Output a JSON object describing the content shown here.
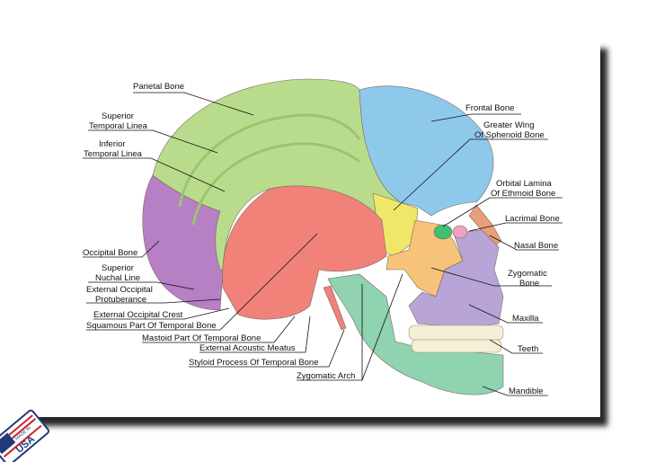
{
  "labels": {
    "parietal": "Parietal Bone",
    "superior_temporal_1": "Superior",
    "superior_temporal_2": "Temporal Linea",
    "inferior_temporal_1": "Inferior",
    "inferior_temporal_2": "Temporal Linea",
    "occipital": "Occipital Bone",
    "superior_nuchal_1": "Superior",
    "superior_nuchal_2": "Nuchal Line",
    "ext_occ_prot_1": "External Occipital",
    "ext_occ_prot_2": "Protuberance",
    "ext_occ_crest": "External Occipital Crest",
    "squamous": "Squamous Part Of Temporal Bone",
    "mastoid": "Mastoid Part Of Temporal Bone",
    "ext_acoustic": "External Acoustic Meatus",
    "styloid": "Styloid Process Of Temporal Bone",
    "zygomatic_arch": "Zygomatic Arch",
    "frontal": "Frontal Bone",
    "greater_wing_1": "Greater Wing",
    "greater_wing_2": "Of Sphenoid Bone",
    "orbital_lamina_1": "Orbital Lamina",
    "orbital_lamina_2": "Of Ethmoid Bone",
    "lacrimal": "Lacrimal Bone",
    "nasal": "Nasal Bone",
    "zygomatic_1": "Zygomatic",
    "zygomatic_2": "Bone",
    "maxilla": "Maxilla",
    "teeth": "Teeth",
    "mandible": "Mandible"
  },
  "badge": {
    "top_text": "MADE IN",
    "main_text": "USA"
  },
  "colors": {
    "parietal": "#b9dc8c",
    "frontal": "#8ec9ec",
    "occipital": "#b77fc4",
    "temporal": "#f0827a",
    "sphenoid": "#f0e66a",
    "zygomatic": "#f7c27a",
    "maxilla": "#b8a4d6",
    "mandible": "#8fd3b0",
    "nasal": "#e8a07a",
    "lacrimal": "#f2a0c0",
    "ethmoid": "#3fbf6f"
  }
}
